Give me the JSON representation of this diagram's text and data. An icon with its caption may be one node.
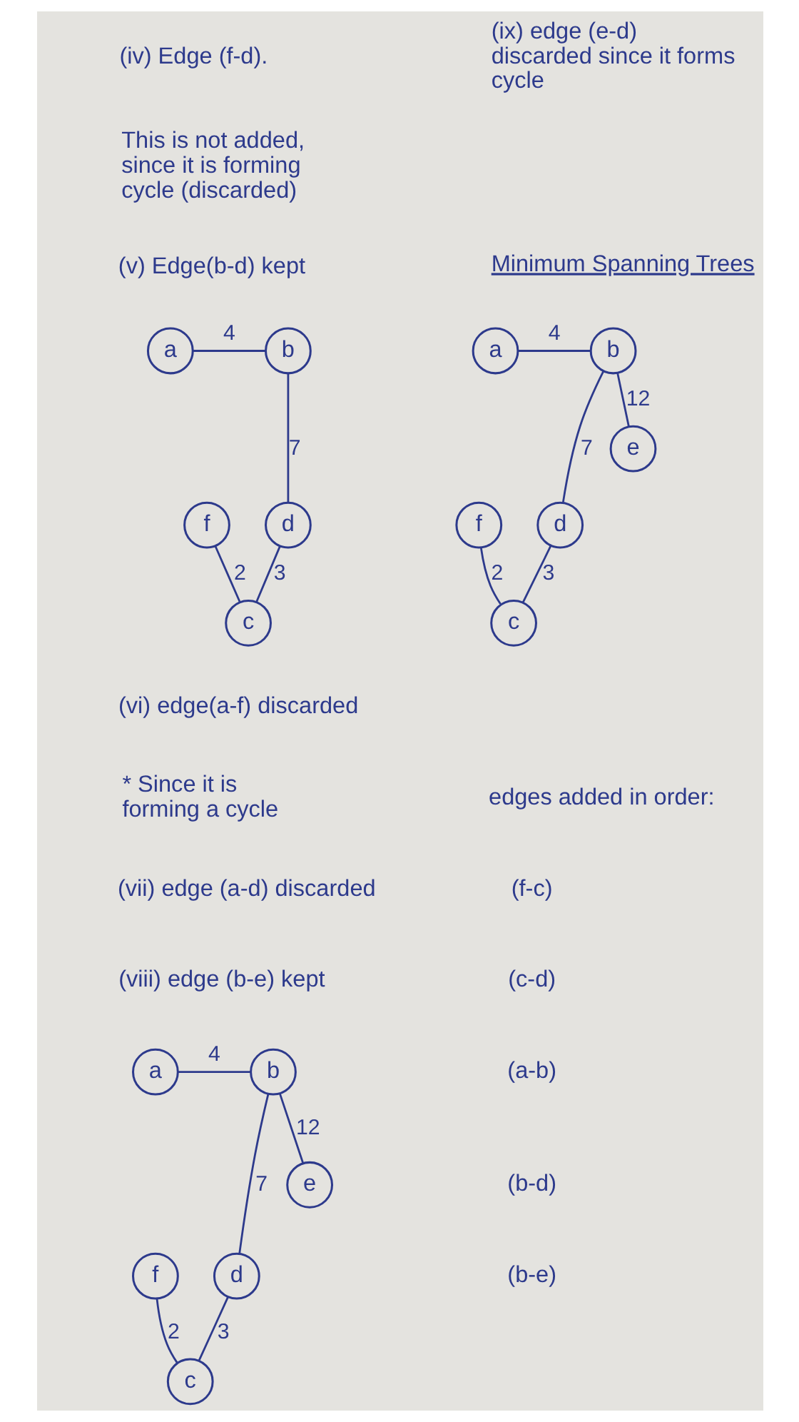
{
  "diagram": {
    "nodes": [
      {
        "text": [
          "a"
        ]
      },
      {
        "text": [
          "b"
        ]
      },
      {
        "text": [
          "f"
        ]
      },
      {
        "text": [
          "d"
        ]
      },
      {
        "text": [
          "c"
        ]
      },
      {
        "text": [
          "a"
        ]
      },
      {
        "text": [
          "b"
        ]
      },
      {
        "text": [
          "e"
        ]
      },
      {
        "text": [
          "f"
        ]
      },
      {
        "text": [
          "d"
        ]
      },
      {
        "text": [
          "c"
        ]
      },
      {
        "text": [
          "a"
        ]
      },
      {
        "text": [
          "b"
        ]
      },
      {
        "text": [
          "e"
        ]
      },
      {
        "text": [
          "f"
        ]
      },
      {
        "text": [
          "d"
        ]
      },
      {
        "text": [
          "c"
        ]
      }
    ],
    "edges": [
      {
        "from": 0,
        "to": 1,
        "arrow": "none",
        "label": "4"
      },
      {
        "from": 1,
        "to": 3,
        "arrow": "none",
        "label": "7"
      },
      {
        "from": 2,
        "to": 4,
        "arrow": "none",
        "label": "2"
      },
      {
        "from": 3,
        "to": 4,
        "arrow": "none",
        "label": "3"
      },
      {
        "from": 5,
        "to": 6,
        "arrow": "none",
        "label": "4"
      },
      {
        "from": 6,
        "to": 9,
        "arrow": "none",
        "label": "7"
      },
      {
        "from": 6,
        "to": 7,
        "arrow": "none",
        "label": "12"
      },
      {
        "from": 8,
        "to": 10,
        "arrow": "none",
        "label": "2"
      },
      {
        "from": 9,
        "to": 10,
        "arrow": "none",
        "label": "3"
      },
      {
        "from": 11,
        "to": 12,
        "arrow": "none",
        "label": "4"
      },
      {
        "from": 12,
        "to": 15,
        "arrow": "none",
        "label": "7"
      },
      {
        "from": 12,
        "to": 13,
        "arrow": "none",
        "label": "12"
      },
      {
        "from": 14,
        "to": 16,
        "arrow": "none",
        "label": "2"
      },
      {
        "from": 15,
        "to": 16,
        "arrow": "none",
        "label": "3"
      }
    ],
    "labels": [
      "(iv) Edge (f-d).",
      "This is not added, since it is forming cycle (discarded)",
      "(v) Edge(b-d) kept",
      "(vi) edge(a-f) discarded",
      "* Since it is forming a cycle",
      "(vii) edge (a-d) discarded",
      "(viii) edge (b-e) kept",
      "(ix) edge (e-d) discarded since it forms cycle",
      "Minimum Spanning Trees",
      "edges added in order:",
      "(f-c)",
      "(c-d)",
      "(a-b)",
      "(b-d)",
      "(b-e)"
    ]
  }
}
